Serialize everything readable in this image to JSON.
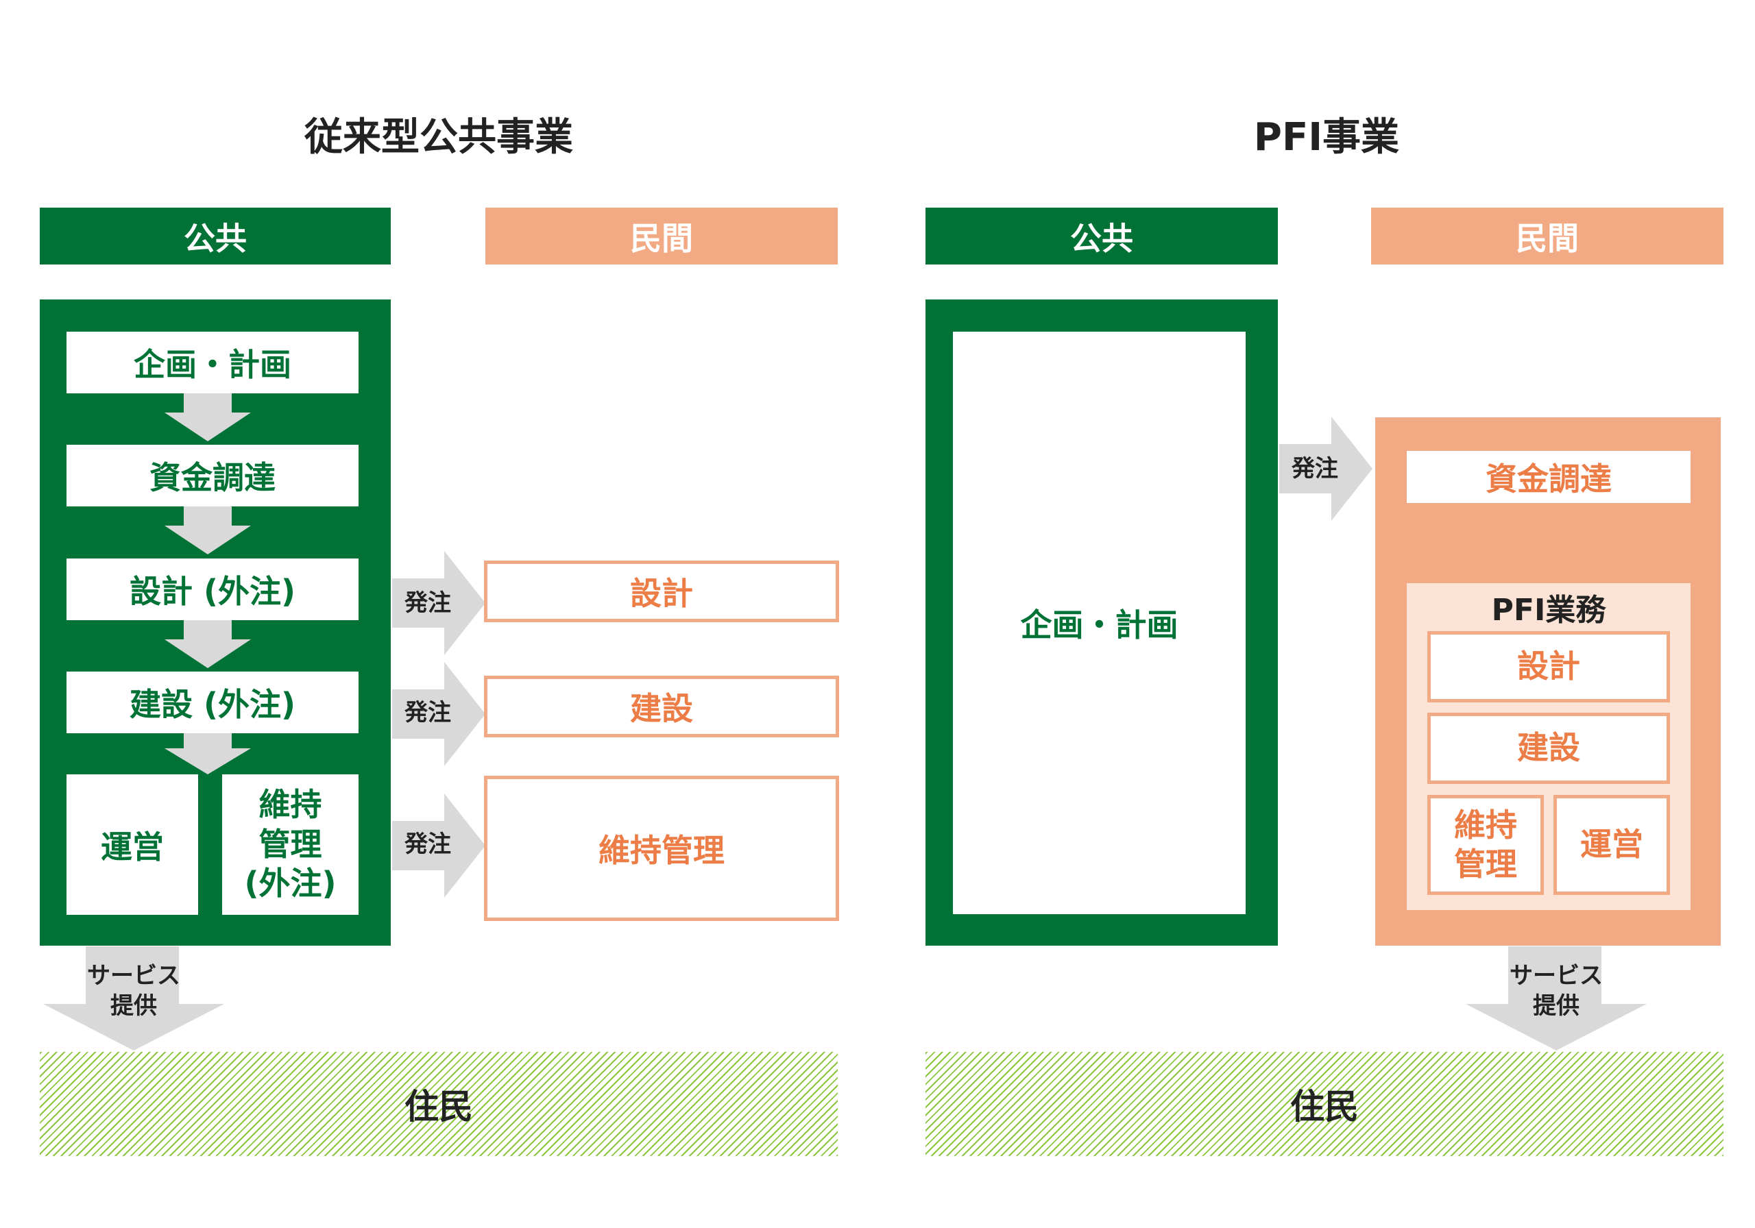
{
  "left": {
    "title": "従来型公共事業",
    "public_header": "公共",
    "private_header": "民間",
    "steps": {
      "planning": "企画・計画",
      "financing": "資金調達",
      "design": "設計 (外注)",
      "construction": "建設 (外注)",
      "operation": "運営",
      "maintenance": "維持\n管理\n(外注)"
    },
    "order_labels": [
      "発注",
      "発注",
      "発注"
    ],
    "private_boxes": {
      "design": "設計",
      "construction": "建設",
      "maintenance": "維持管理"
    },
    "service_label": "サービス\n提供",
    "residents": "住民"
  },
  "right": {
    "title": "PFI事業",
    "public_header": "公共",
    "private_header": "民間",
    "planning": "企画・計画",
    "order_label": "発注",
    "financing": "資金調達",
    "pfi_title": "PFI業務",
    "pfi_items": {
      "design": "設計",
      "construction": "建設",
      "maintenance": "維持\n管理",
      "operation": "運営"
    },
    "service_label": "サービス\n提供",
    "residents": "住民"
  },
  "colors": {
    "public_green": "#007236",
    "private_salmon": "#f2aa85",
    "private_text": "#ec7d47",
    "light_salmon": "#fde3d6",
    "arrow_gray": "#d9d9d9",
    "resident_hatch": "#8cc63f"
  }
}
